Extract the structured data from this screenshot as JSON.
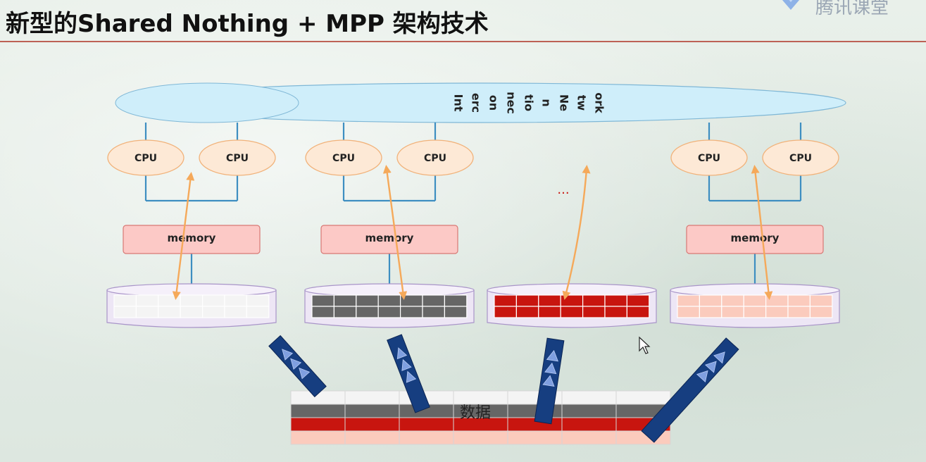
{
  "slide": {
    "title": "新型的Shared Nothing + MPP 架构技术",
    "brand_text": "腾讯课堂"
  },
  "interconnect": {
    "label_lines": [
      "Int",
      "erc",
      "on",
      "nec",
      "tio",
      "n",
      "Ne",
      "tw",
      "ork"
    ]
  },
  "nodes": [
    {
      "cpu_labels": [
        "CPU",
        "CPU"
      ],
      "memory_label": "memory",
      "disk_fill": "#f4f4f4"
    },
    {
      "cpu_labels": [
        "CPU",
        "CPU"
      ],
      "memory_label": "memory",
      "disk_fill": "#666666"
    },
    {
      "cpu_labels": [],
      "memory_label": "",
      "disk_fill": "#c8150f"
    },
    {
      "cpu_labels": [
        "CPU",
        "CPU"
      ],
      "memory_label": "memory",
      "disk_fill": "#fbcbbd"
    }
  ],
  "ellipsis": "...",
  "data_table": {
    "label": "数据",
    "row_colors": [
      "#f4f4f4",
      "#666666",
      "#c8150f",
      "#fbcbbd"
    ]
  },
  "colors": {
    "interconnect_fill": "#cfeefa",
    "interconnect_stroke": "#7fb7d6",
    "cpu_fill": "#fde9d6",
    "cpu_stroke": "#f1b27a",
    "memory_fill": "#fcc9c6",
    "memory_stroke": "#d87874",
    "bus_line": "#3d8ec1",
    "arrow_orange": "#f5a95a",
    "disk_fill": "#ede6f5",
    "disk_stroke": "#a894c8",
    "upload_arrow": "#163e80"
  }
}
